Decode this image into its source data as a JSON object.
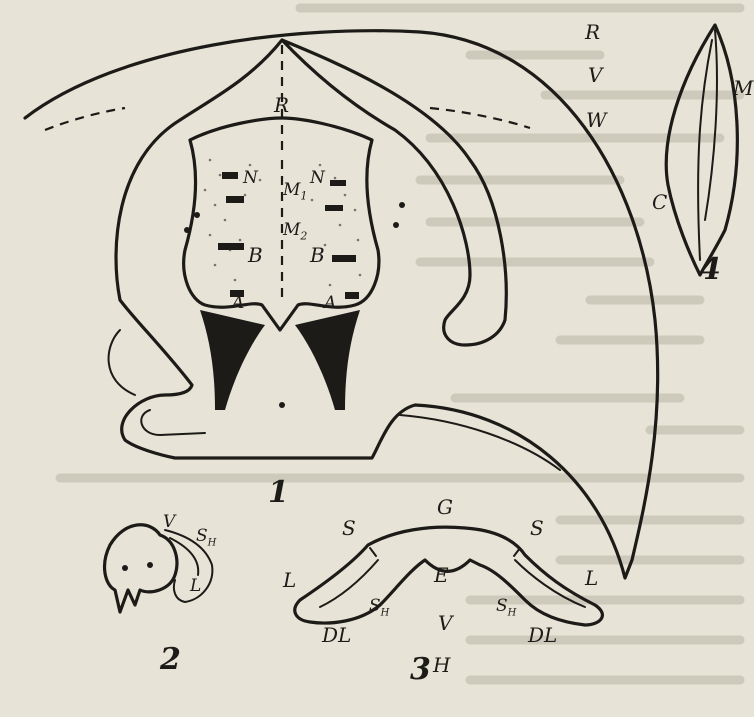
{
  "figure_numbers": {
    "fig1": "1",
    "fig2": "2",
    "fig3": "3",
    "fig4": "4"
  },
  "fig1_labels": {
    "R": "R",
    "N_left": "N",
    "N_right": "N",
    "M1": "M",
    "M1_sub": "1",
    "M2": "M",
    "M2_sub": "2",
    "B_left": "B",
    "B_right": "B",
    "A_left": "A",
    "A_right": "A"
  },
  "fig2_labels": {
    "V": "V",
    "S": "S",
    "S_sub": "H",
    "L": "L"
  },
  "fig3_labels": {
    "G": "G",
    "S_left": "S",
    "S_right": "S",
    "E": "E",
    "L_left": "L",
    "L_right": "L",
    "Sh_left": "S",
    "Sh_left_sub": "H",
    "Sh_right": "S",
    "Sh_right_sub": "H",
    "V": "V",
    "DL_left": "DL",
    "DL_right": "DL",
    "H": "H"
  },
  "fig4_labels": {
    "R": "R",
    "V": "V",
    "M": "M",
    "W": "W",
    "C": "C"
  },
  "colors": {
    "paper": "#e7e3d6",
    "ink": "#1c1b18",
    "show_through_text": "#b9b4a6"
  }
}
